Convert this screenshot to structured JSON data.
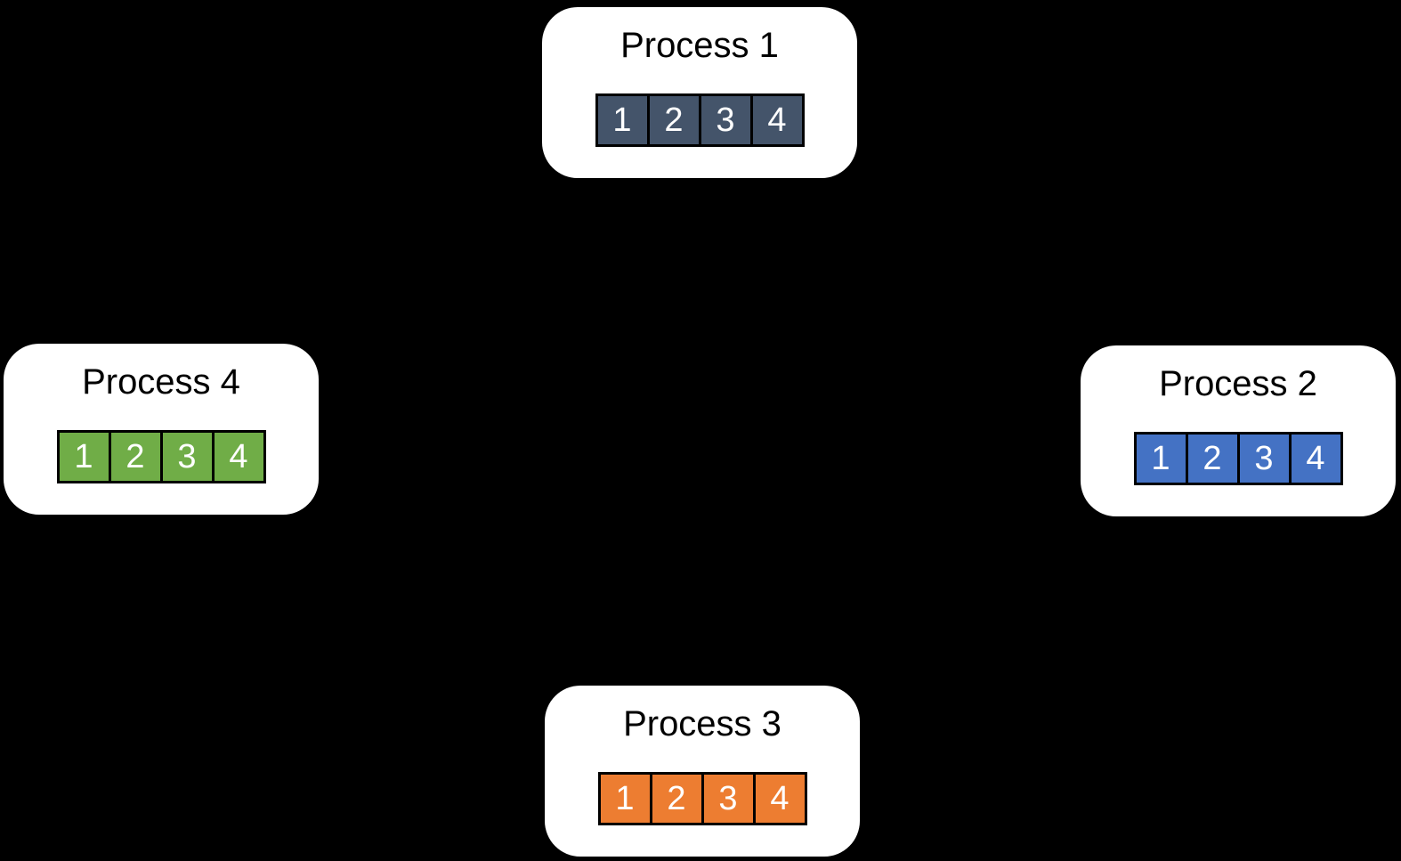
{
  "canvas": {
    "background_color": "#000000",
    "box_fill_color": "#FFFFFF",
    "cell_border_color": "#000000",
    "cell_text_color": "#FFFFFF",
    "title_text_color": "#000000"
  },
  "processes": [
    {
      "title": "Process 1",
      "position": "top",
      "cell_color": "#44546A",
      "cells": [
        "1",
        "2",
        "3",
        "4"
      ]
    },
    {
      "title": "Process 2",
      "position": "right",
      "cell_color": "#4472C4",
      "cells": [
        "1",
        "2",
        "3",
        "4"
      ]
    },
    {
      "title": "Process 3",
      "position": "bottom",
      "cell_color": "#ED7D31",
      "cells": [
        "1",
        "2",
        "3",
        "4"
      ]
    },
    {
      "title": "Process 4",
      "position": "left",
      "cell_color": "#70AD47",
      "cells": [
        "1",
        "2",
        "3",
        "4"
      ]
    }
  ]
}
